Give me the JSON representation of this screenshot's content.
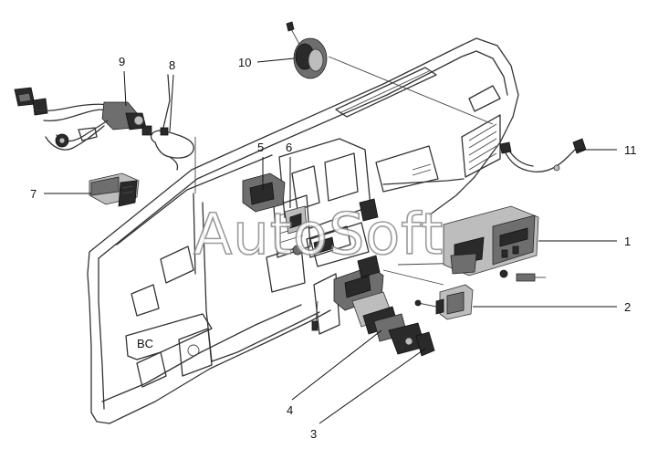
{
  "watermark": "AutoSoft",
  "panel_text": "BC",
  "callouts": {
    "c1": "1",
    "c2": "2",
    "c3": "3",
    "c4": "4",
    "c5": "5",
    "c6": "6",
    "c7": "7",
    "c8": "8",
    "c9": "9",
    "c10": "10",
    "c11": "11"
  }
}
